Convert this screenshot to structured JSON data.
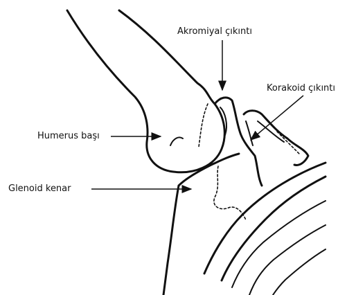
{
  "labels": {
    "acromion": "Akromiyal çıkıntı",
    "coracoid": "Korakoid çıkıntı",
    "humeral_head": "Humerus başı",
    "glenoid_rim": "Glenoid kenar"
  },
  "colors": {
    "ink": "#111111",
    "background": "#ffffff"
  }
}
